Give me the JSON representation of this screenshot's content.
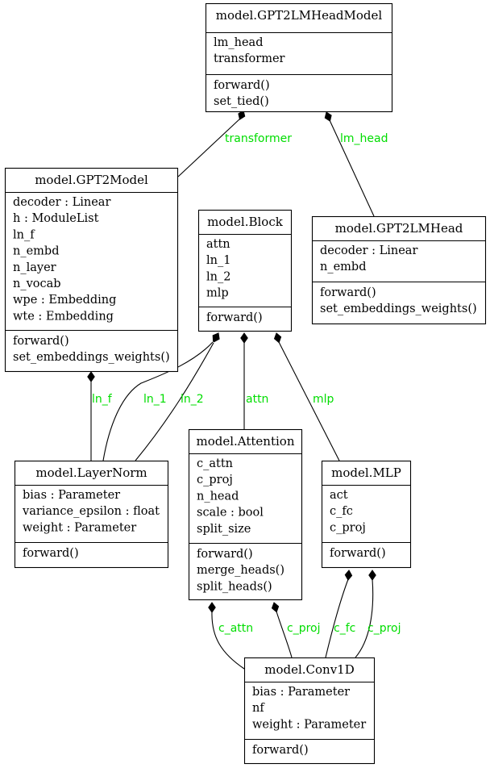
{
  "classes": {
    "gpt2lmheadmodel": {
      "title": "model.GPT2LMHeadModel",
      "attributes": [
        "lm_head",
        "transformer"
      ],
      "methods": [
        "forward()",
        "set_tied()"
      ]
    },
    "gpt2model": {
      "title": "model.GPT2Model",
      "attributes": [
        "decoder : Linear",
        "h : ModuleList",
        "ln_f",
        "n_embd",
        "n_layer",
        "n_vocab",
        "wpe : Embedding",
        "wte : Embedding"
      ],
      "methods": [
        "forward()",
        "set_embeddings_weights()"
      ]
    },
    "block": {
      "title": "model.Block",
      "attributes": [
        "attn",
        "ln_1",
        "ln_2",
        "mlp"
      ],
      "methods": [
        "forward()"
      ]
    },
    "gpt2lmhead": {
      "title": "model.GPT2LMHead",
      "attributes": [
        "decoder : Linear",
        "n_embd"
      ],
      "methods": [
        "forward()",
        "set_embeddings_weights()"
      ]
    },
    "layernorm": {
      "title": "model.LayerNorm",
      "attributes": [
        "bias : Parameter",
        "variance_epsilon : float",
        "weight : Parameter"
      ],
      "methods": [
        "forward()"
      ]
    },
    "attention": {
      "title": "model.Attention",
      "attributes": [
        "c_attn",
        "c_proj",
        "n_head",
        "scale : bool",
        "split_size"
      ],
      "methods": [
        "forward()",
        "merge_heads()",
        "split_heads()"
      ]
    },
    "mlp": {
      "title": "model.MLP",
      "attributes": [
        "act",
        "c_fc",
        "c_proj"
      ],
      "methods": [
        "forward()"
      ]
    },
    "conv1d": {
      "title": "model.Conv1D",
      "attributes": [
        "bias : Parameter",
        "nf",
        "weight : Parameter"
      ],
      "methods": [
        "forward()"
      ]
    }
  },
  "edges": [
    {
      "id": "transformer",
      "label": "transformer",
      "from": "gpt2lmheadmodel",
      "to": "gpt2model"
    },
    {
      "id": "lm_head",
      "label": "lm_head",
      "from": "gpt2lmheadmodel",
      "to": "gpt2lmhead"
    },
    {
      "id": "ln_f",
      "label": "ln_f",
      "from": "gpt2model",
      "to": "layernorm"
    },
    {
      "id": "ln_1",
      "label": "ln_1",
      "from": "block",
      "to": "layernorm"
    },
    {
      "id": "ln_2",
      "label": "ln_2",
      "from": "block",
      "to": "layernorm"
    },
    {
      "id": "attn",
      "label": "attn",
      "from": "block",
      "to": "attention"
    },
    {
      "id": "mlp",
      "label": "mlp",
      "from": "block",
      "to": "mlp"
    },
    {
      "id": "c_attn",
      "label": "c_attn",
      "from": "attention",
      "to": "conv1d"
    },
    {
      "id": "c_proj_attention",
      "label": "c_proj",
      "from": "attention",
      "to": "conv1d"
    },
    {
      "id": "c_fc",
      "label": "c_fc",
      "from": "mlp",
      "to": "conv1d"
    },
    {
      "id": "c_proj_mlp",
      "label": "c_proj",
      "from": "mlp",
      "to": "conv1d"
    }
  ],
  "colors": {
    "edge_label": "#00dd00",
    "line": "#000000"
  }
}
